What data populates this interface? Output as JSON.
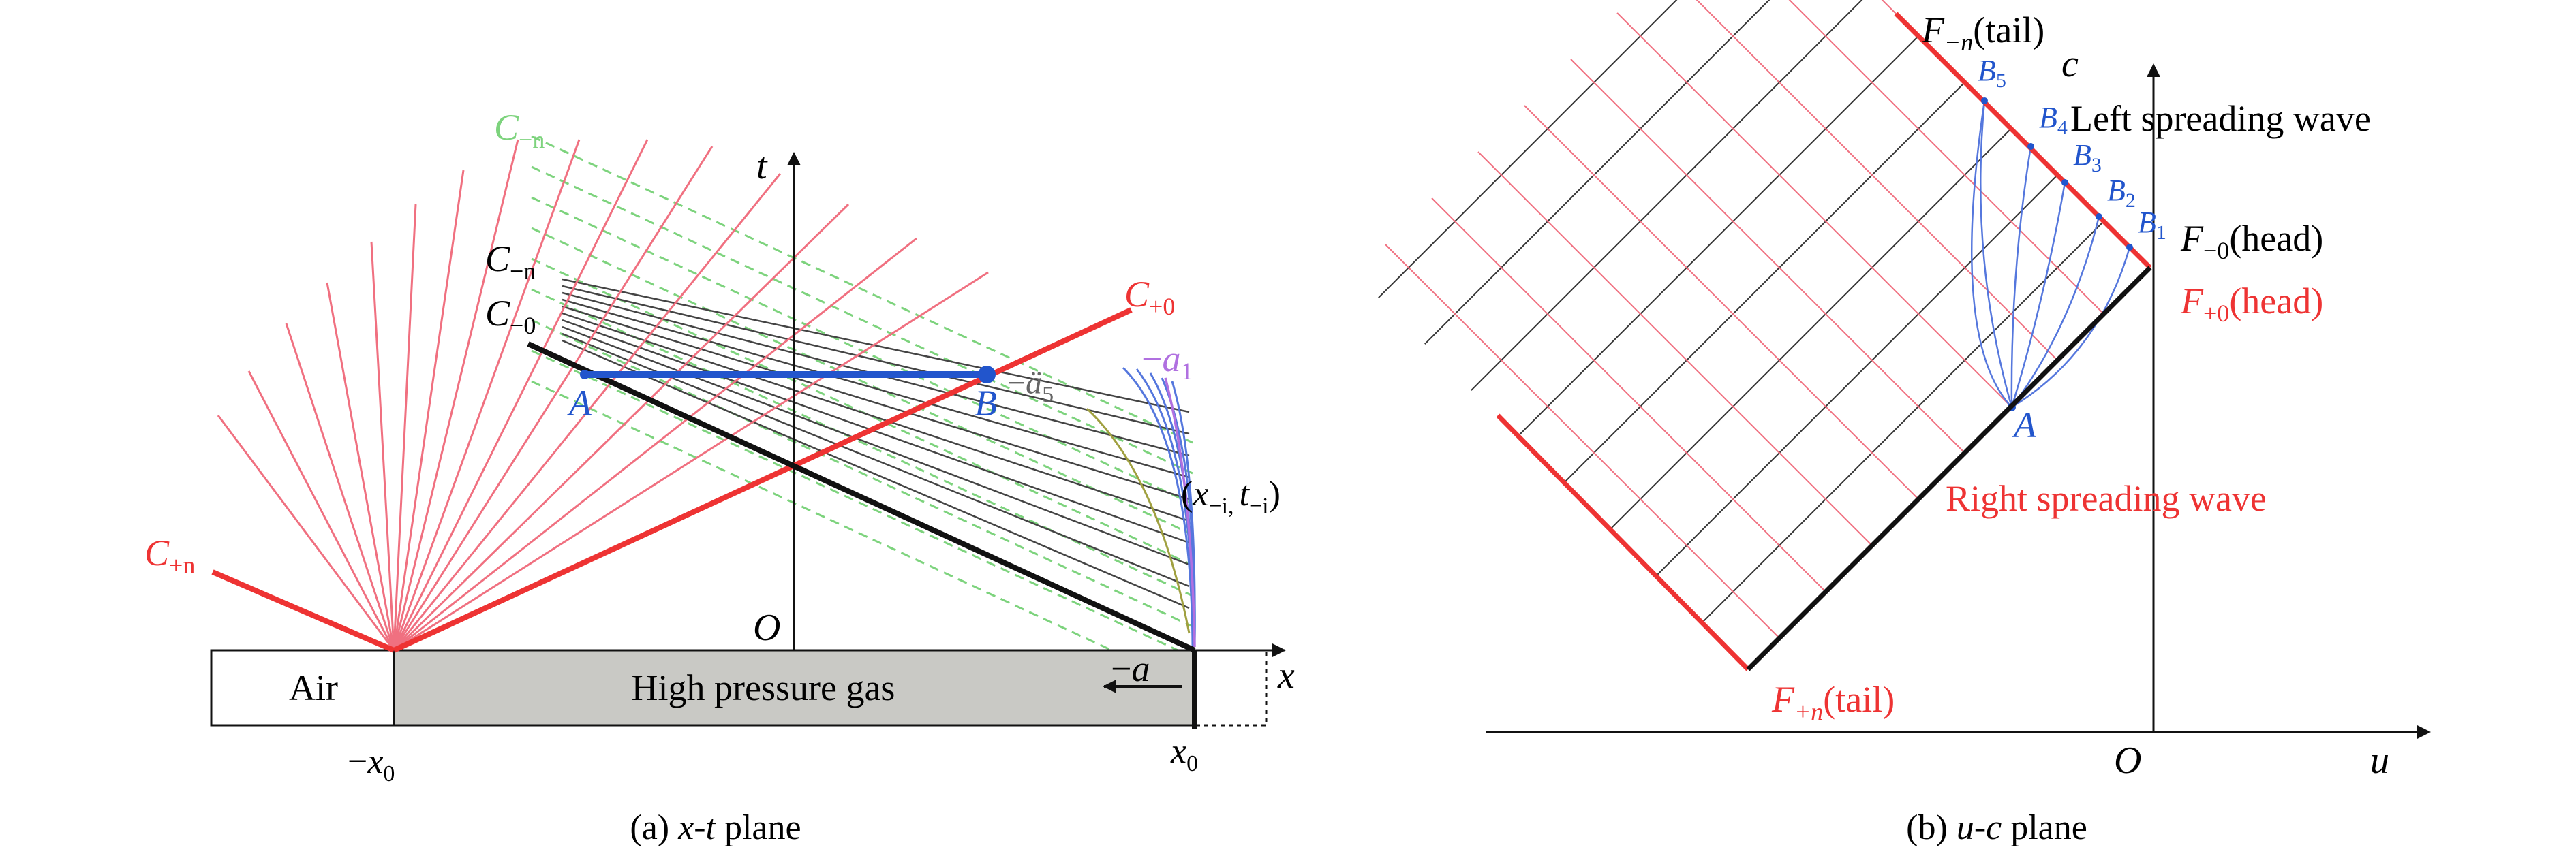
{
  "panel_a": {
    "caption_prefix": "(a) ",
    "caption_var": "x-t",
    "caption_suffix": " plane",
    "axis_t": "t",
    "axis_x": "x",
    "origin": "O",
    "labels": {
      "c_minus_n_green": "C",
      "c_minus_n_green_sub": "−n",
      "c_minus_n": "C",
      "c_minus_n_sub": "−n",
      "c_minus_0": "C",
      "c_minus_0_sub": "−0",
      "c_plus_0": "C",
      "c_plus_0_sub": "+0",
      "c_plus_n": "C",
      "c_plus_n_sub": "+n",
      "point_a": "A",
      "point_b": "B",
      "a5_prefix": "−",
      "a5_var": "ä",
      "a5_sub": "5",
      "a1_prefix": "−",
      "a1_var": "a",
      "a1_sub": "1",
      "xt_open": "(",
      "xt_x": "x",
      "xt_x_sub": "−i,",
      "xt_t": "t",
      "xt_t_sub": "−i",
      "xt_close": ")",
      "minus_a_prefix": "−",
      "minus_a_var": "a",
      "neg_x0_prefix": "−",
      "neg_x0_var": "x",
      "neg_x0_sub": "0",
      "x0_var": "x",
      "x0_sub": "0"
    },
    "tube": {
      "air": "Air",
      "gas": "High pressure gas"
    }
  },
  "panel_b": {
    "caption_prefix": "(b) ",
    "caption_var": "u-c",
    "caption_suffix": " plane",
    "axis_c": "c",
    "axis_u": "u",
    "origin": "O",
    "labels": {
      "f_minus_n_tail": "F",
      "f_minus_n_tail_sub": "−n",
      "f_minus_n_tail_txt": "(tail)",
      "f_minus_0_head": "F",
      "f_minus_0_head_sub": "−0",
      "f_minus_0_head_txt": "(head)",
      "f_plus_0_head": "F",
      "f_plus_0_head_sub": "+0",
      "f_plus_0_head_txt": "(head)",
      "f_plus_n_tail": "F",
      "f_plus_n_tail_sub": "+n",
      "f_plus_n_tail_txt": "(tail)",
      "left_wave": "Left spreading wave",
      "right_wave": "Right spreading wave",
      "point_a": "A",
      "b_points": [
        "B",
        "B",
        "B",
        "B",
        "B"
      ],
      "b_subs": [
        "1",
        "2",
        "3",
        "4",
        "5"
      ]
    }
  },
  "colors": {
    "red": "#ee3333",
    "pink": "#f07080",
    "green": "#7dd37d",
    "blue": "#2255cc",
    "lightblue": "#5577dd",
    "purple": "#b070e0",
    "gray": "#c8c8c4",
    "olive": "#a0a040",
    "black": "#111111"
  }
}
